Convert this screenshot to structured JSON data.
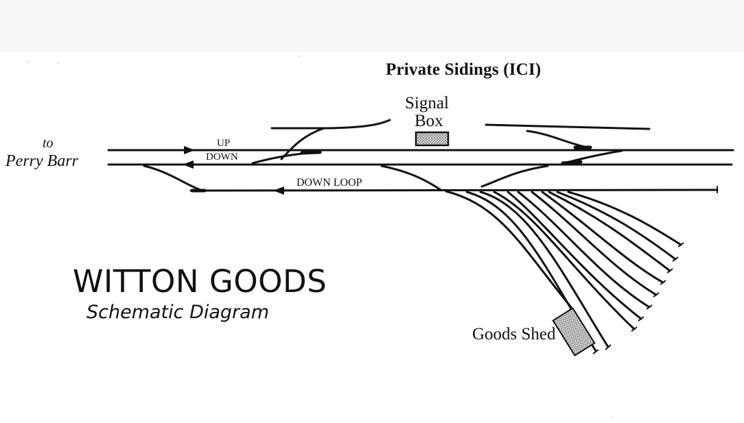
{
  "labels": {
    "private_sidings": "Private Sidings (ICI)",
    "signal_box_line1": "Signal",
    "signal_box_line2": "Box",
    "to": "to",
    "perry_barr": "Perry Barr",
    "up": "UP",
    "down": "DOWN",
    "down_loop": "DOWN LOOP",
    "title": "WITTON GOODS",
    "subtitle": "Schematic Diagram",
    "goods_shed": "Goods Shed"
  },
  "colors": {
    "ink": "#111111",
    "hatch_fill": "#bdbdbd",
    "top_band": "#f7f7f7"
  }
}
